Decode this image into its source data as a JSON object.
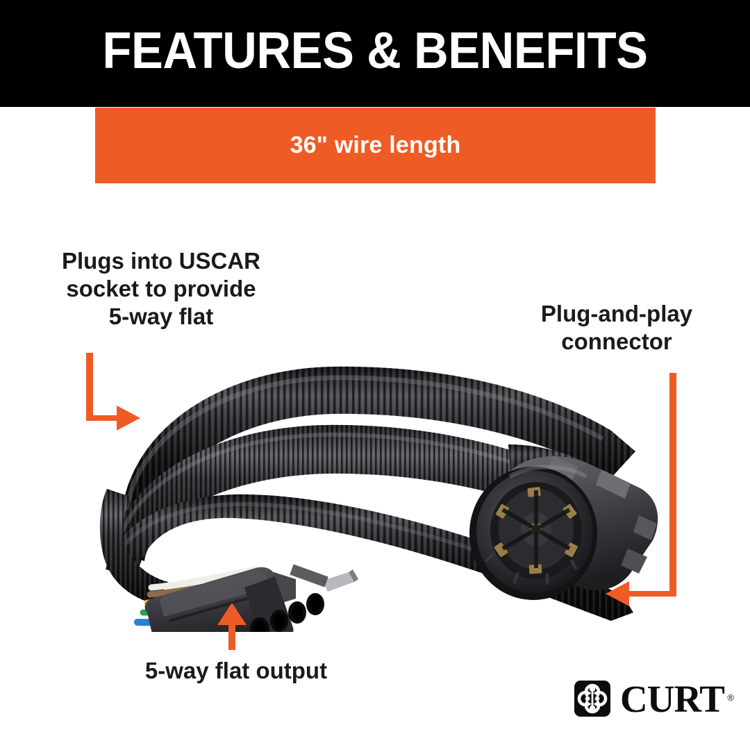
{
  "header": {
    "title": "FEATURES & BENEFITS",
    "background_color": "#000000",
    "text_color": "#ffffff"
  },
  "subtitle": {
    "text": "36\" wire length",
    "background_color": "#ef5b25",
    "text_color": "#ffffff"
  },
  "callouts": [
    {
      "id": "uscar",
      "text": "Plugs into USCAR\nsocket to provide\n5-way flat",
      "arrow": "elbow-down-right"
    },
    {
      "id": "plug-and-play",
      "text": "Plug-and-play\nconnector",
      "arrow": "elbow-down-left"
    },
    {
      "id": "five-way-flat-output",
      "text": "5-way flat output",
      "arrow": "up"
    }
  ],
  "arrow_color": "#ef5b25",
  "product": {
    "name": "trailer wiring harness with corrugated conduit",
    "five_way_flat_connector": "5-way flat trailer connector",
    "seven_way_connector": "7-way USCAR plug-and-play connector",
    "wire_colors": [
      "#2a7fd4",
      "#2f9e54",
      "#e8c838",
      "#8a6a4a",
      "#f2f0ea"
    ]
  },
  "brand": {
    "wordmark": "CURT",
    "registered_mark": "®",
    "logo_color": "#0d0d0d"
  }
}
